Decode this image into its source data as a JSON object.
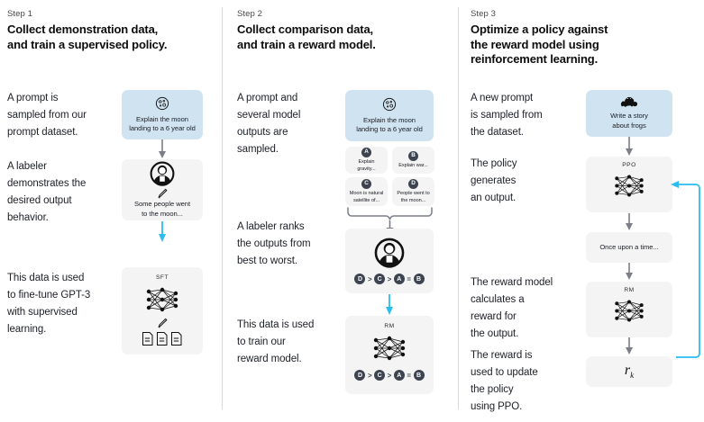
{
  "colors": {
    "card_blue": "#cfe3f0",
    "card_grey": "#f4f4f4",
    "arrow_grey": "#7c7f88",
    "arrow_cyan": "#29bdf0",
    "badge": "#3d4450",
    "divider": "#d8d8d8"
  },
  "columns": [
    {
      "step_label": "Step 1",
      "title": "Collect demonstration data,\nand train a supervised policy.",
      "paragraphs": [
        "A prompt is\nsampled from our\nprompt dataset.",
        "A labeler\ndemonstrates the\ndesired output\nbehavior.",
        "This data is used\nto fine-tune GPT-3\nwith supervised\nlearning."
      ],
      "cards": [
        {
          "name": "prompt-card",
          "style": "blue",
          "icon": "moon-icon",
          "text": "Explain the moon\nlanding to a 6 year old"
        },
        {
          "name": "labeler-demo-card",
          "style": "grey",
          "icon": "labeler-icon",
          "text": "Some people went\nto the moon..."
        },
        {
          "name": "sft-model-card",
          "style": "grey",
          "caption": "SFT",
          "icon": "neural-net-icon",
          "text": ""
        }
      ]
    },
    {
      "step_label": "Step 2",
      "title": "Collect comparison data,\nand train a reward model.",
      "paragraphs": [
        "A prompt and\nseveral model\noutputs are\nsampled.",
        "A labeler ranks\nthe outputs from\nbest to worst.",
        "This data is used\nto train our\nreward model."
      ],
      "cards": [
        {
          "name": "prompt-card",
          "style": "blue",
          "icon": "moon-icon",
          "text": "Explain the moon\nlanding to a 6 year old"
        },
        {
          "name": "labeler-rank-card",
          "style": "grey",
          "icon": "labeler-icon",
          "text": ""
        },
        {
          "name": "rm-model-card",
          "style": "grey",
          "caption": "RM",
          "icon": "neural-net-icon",
          "text": ""
        }
      ],
      "options": [
        {
          "letter": "A",
          "text": "Explain gravity..."
        },
        {
          "letter": "B",
          "text": "Explain war..."
        },
        {
          "letter": "C",
          "text": "Moon is natural\nsatellite of..."
        },
        {
          "letter": "D",
          "text": "People went to\nthe moon..."
        }
      ],
      "ranking": [
        "D",
        ">",
        "C",
        ">",
        "A",
        "=",
        "B"
      ]
    },
    {
      "step_label": "Step 3",
      "title": "Optimize a policy against\nthe reward model using\nreinforcement learning.",
      "paragraphs": [
        "A new prompt\nis sampled from\nthe dataset.",
        "The policy\ngenerates\nan output.",
        "The reward model\ncalculates a\nreward for\nthe output.",
        "The reward is\nused to update\nthe policy\nusing PPO."
      ],
      "cards": [
        {
          "name": "prompt-card",
          "style": "blue",
          "icon": "frog-icon",
          "text": "Write a story\nabout frogs"
        },
        {
          "name": "ppo-model-card",
          "style": "grey",
          "caption": "PPO",
          "icon": "neural-net-icon",
          "text": ""
        },
        {
          "name": "generated-output-card",
          "style": "grey",
          "text": "Once upon a time..."
        },
        {
          "name": "rm-model-card",
          "style": "grey",
          "caption": "RM",
          "icon": "neural-net-icon",
          "text": ""
        },
        {
          "name": "reward-value-card",
          "style": "grey",
          "text": "r",
          "subscript": "k"
        }
      ]
    }
  ]
}
